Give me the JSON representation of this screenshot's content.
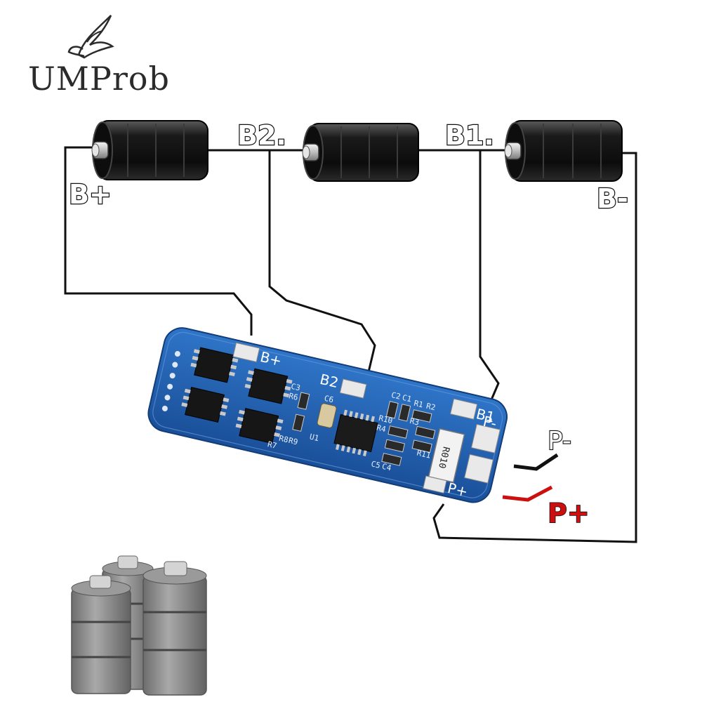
{
  "logo": {
    "text": "UMProb"
  },
  "labels": {
    "b_plus": "B+",
    "b2": "B2.",
    "b1": "B1.",
    "b_minus": "B-",
    "p_minus": "P-",
    "p_plus": "P+"
  },
  "board": {
    "silk_b_plus": "B+",
    "silk_b2": "B2",
    "silk_b1": "B1",
    "silk_p_minus": "P-",
    "silk_p_plus": "P+",
    "silk_u1": "U1",
    "silk_c6": "C6",
    "resistor_marking": "R010",
    "component_codes": [
      "C3",
      "R6",
      "R8",
      "R9",
      "R7",
      "C2",
      "C1",
      "R1",
      "R2",
      "R3",
      "R10",
      "R4",
      "R11",
      "C5",
      "C4"
    ]
  },
  "colors": {
    "pcb_blue": "#1f5fb0",
    "wire_black": "#111111",
    "p_plus_red": "#cc1010",
    "cell_black": "#151515",
    "cell_grey": "#8a8a8a"
  },
  "icons": [
    "butterfly-logo-icon",
    "battery-cell-icon",
    "battery-stack-icon"
  ]
}
